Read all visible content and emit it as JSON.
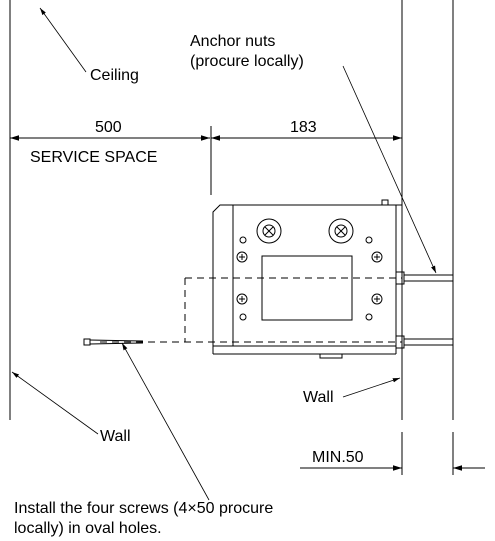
{
  "labels": {
    "ceiling": "Ceiling",
    "anchor_nuts_line1": "Anchor nuts",
    "anchor_nuts_line2": "(procure locally)",
    "dim_500": "500",
    "dim_183": "183",
    "service_space": "SERVICE SPACE",
    "wall_right": "Wall",
    "wall_left": "Wall",
    "min_50": "MIN.50",
    "install_line1": "Install the four screws (4×50 procure",
    "install_line2": "locally) in oval holes."
  }
}
